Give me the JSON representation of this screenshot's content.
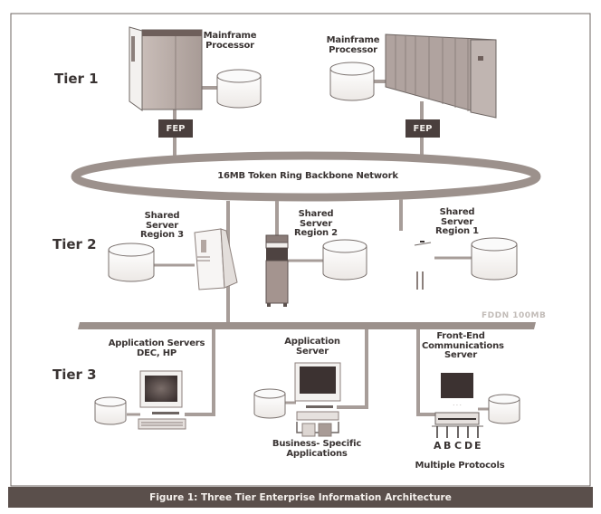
{
  "figure": {
    "caption": "Figure 1:  Three Tier Enterprise Information Architecture"
  },
  "tiers": {
    "tier1": "Tier 1",
    "tier2": "Tier 2",
    "tier3": "Tier 3"
  },
  "tier1": {
    "mainframe_left": {
      "line1": "Mainframe",
      "line2": "Processor",
      "fep": "FEP"
    },
    "mainframe_right": {
      "line1": "Mainframe",
      "line2": "Processor",
      "fep": "FEP"
    }
  },
  "backbone": {
    "label": "16MB Token Ring Backbone Network"
  },
  "tier2": {
    "region3": {
      "line1": "Shared",
      "line2": "Server",
      "line3": "Region 3"
    },
    "region2": {
      "line1": "Shared",
      "line2": "Server",
      "line3": "Region 2"
    },
    "region1": {
      "line1": "Shared",
      "line2": "Server",
      "line3": "Region 1"
    }
  },
  "fddi": {
    "label": "FDDN 100MB"
  },
  "tier3": {
    "app_servers": {
      "line1": "Application Servers",
      "line2": "DEC, HP"
    },
    "app_server": {
      "line1": "Application",
      "line2": "Server"
    },
    "business_apps": {
      "line1": "Business- Specific",
      "line2": "Applications"
    },
    "front_end": {
      "line1": "Front-End",
      "line2": "Communications",
      "line3": "Server"
    },
    "protocols": [
      "A",
      "B",
      "C",
      "D",
      "E"
    ],
    "protocols_label": "Multiple Protocols"
  },
  "colors": {
    "ink": "#3a3433",
    "network": "#9c918c",
    "device": "#b3a7a2",
    "dark": "#4a3f3d"
  }
}
